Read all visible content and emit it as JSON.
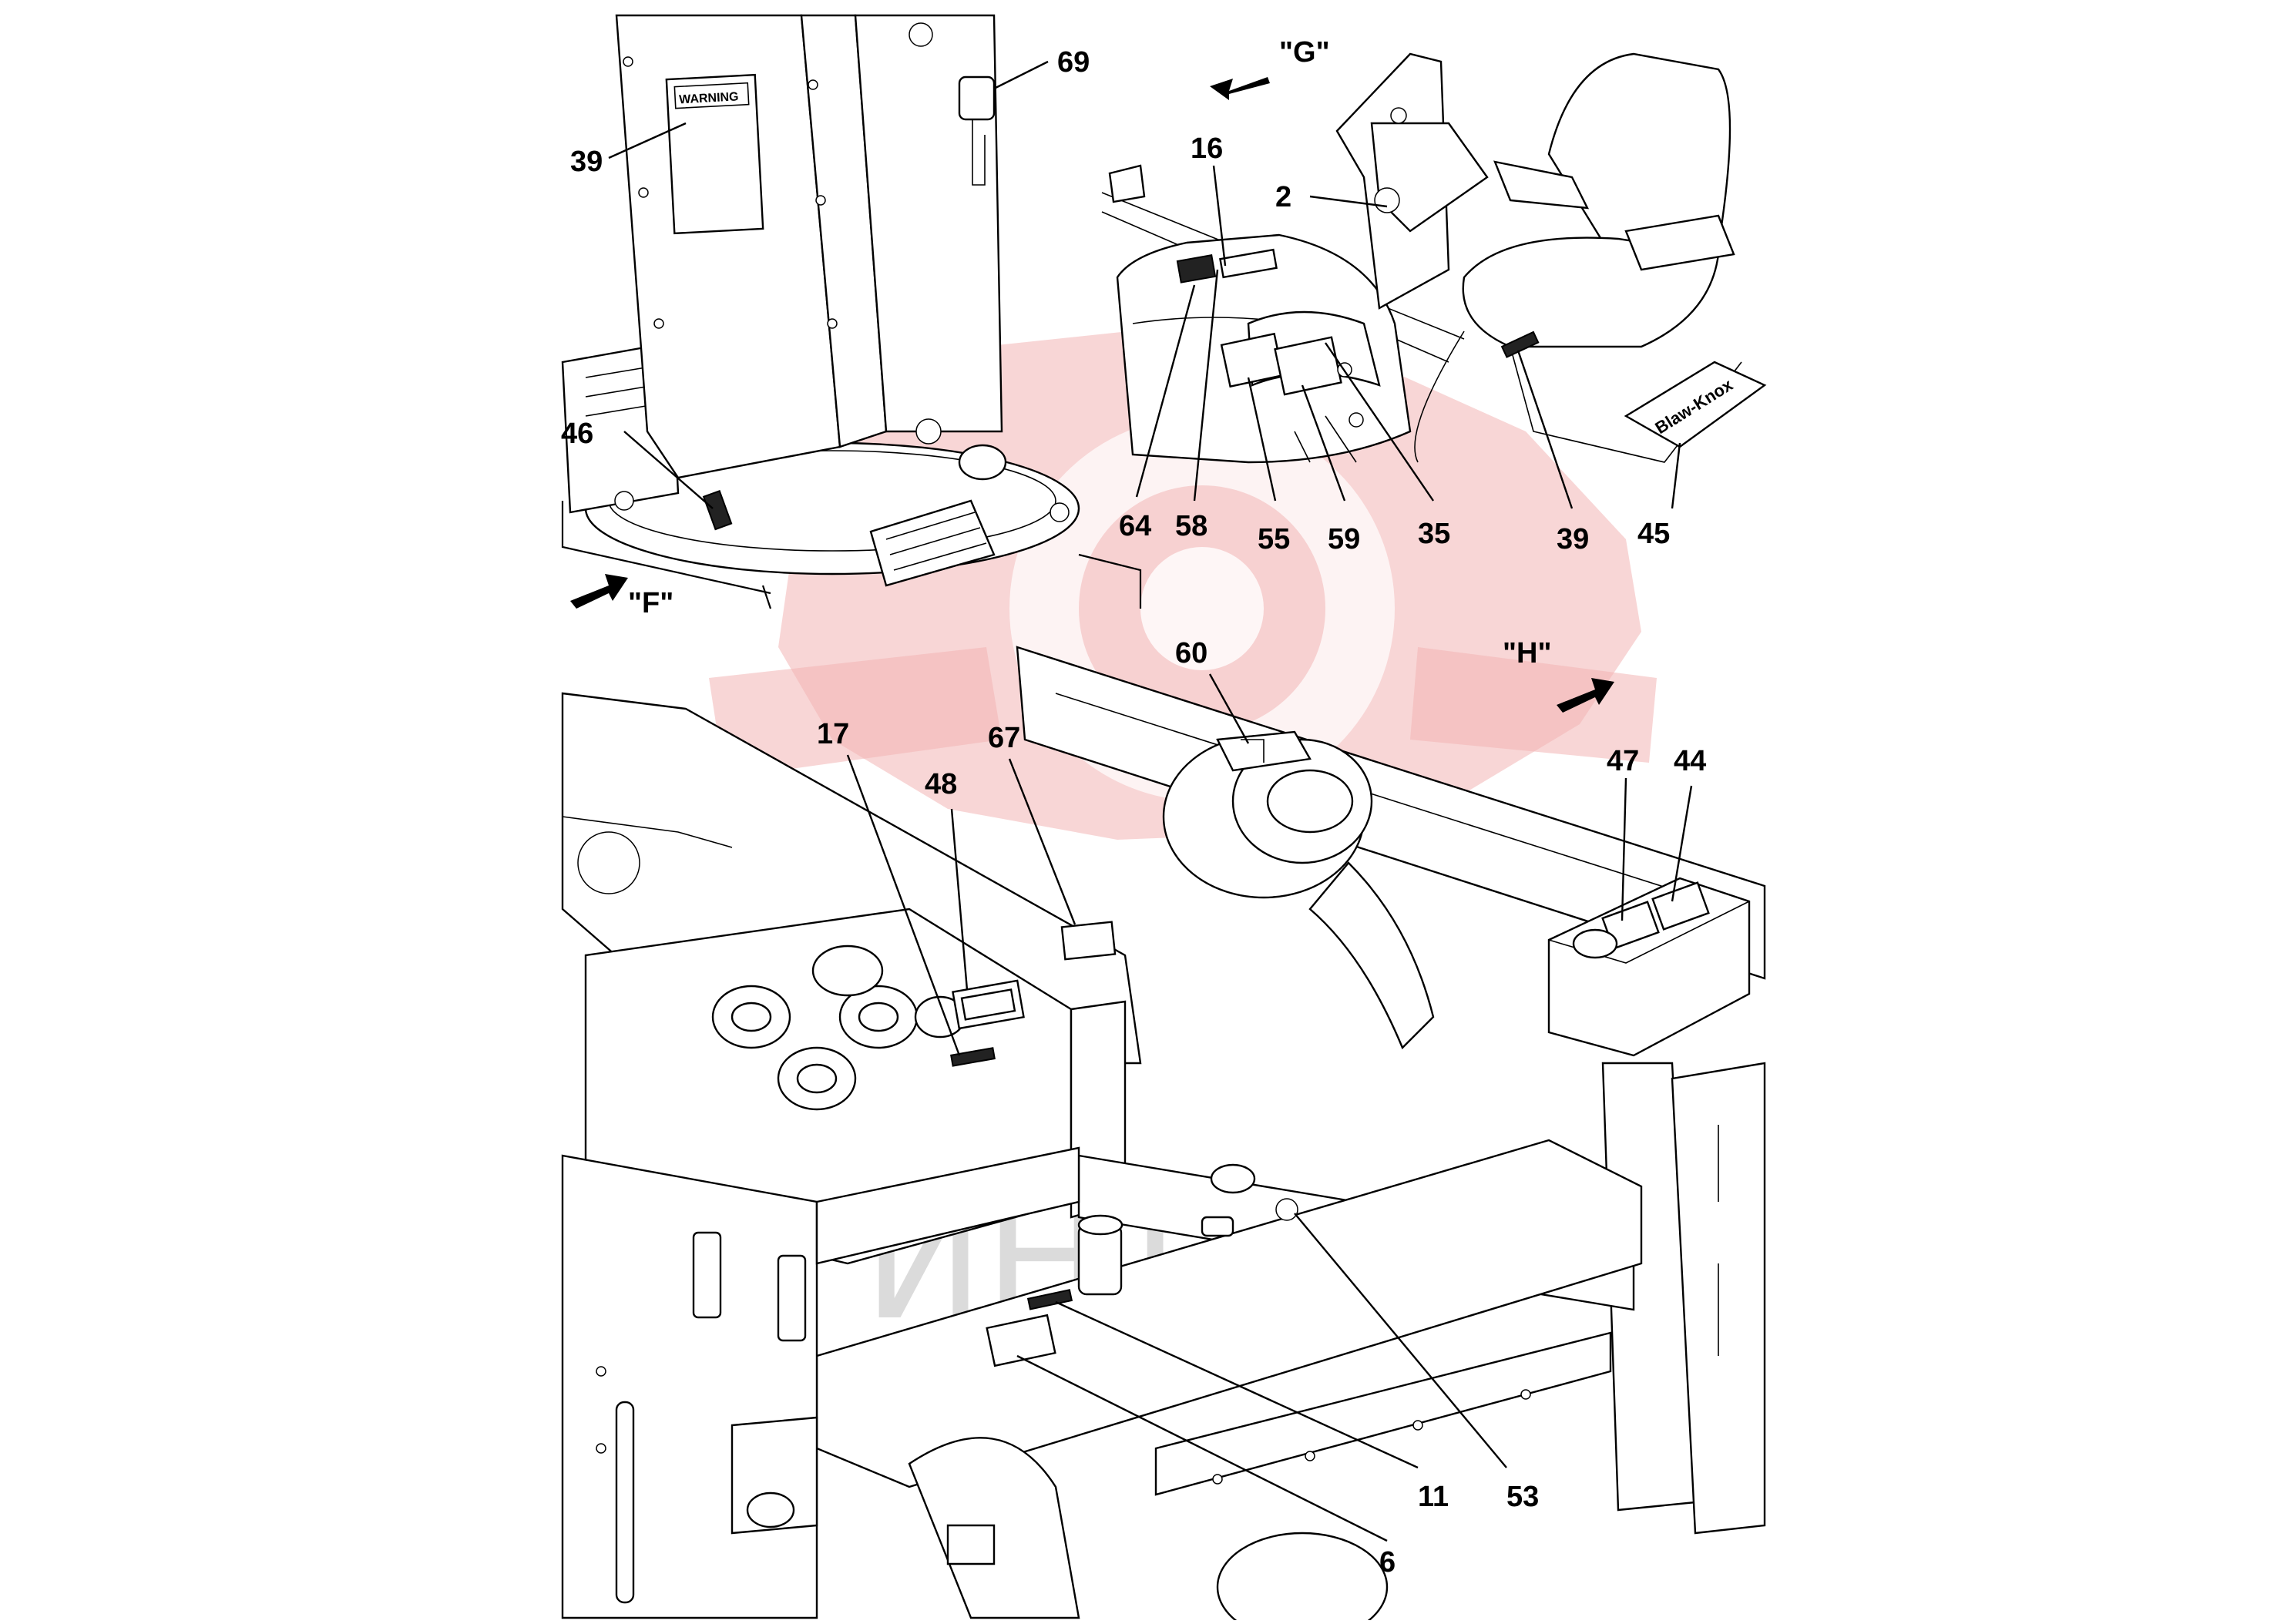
{
  "watermark": {
    "text": "ИНТЕХ",
    "logo_color": "#f3b5b5",
    "text_color": "#bfbfbf"
  },
  "views": {
    "F": "\"F\"",
    "G": "\"G\"",
    "H": "\"H\""
  },
  "callouts": {
    "c69": "69",
    "c39a": "39",
    "c16": "16",
    "c2": "2",
    "c46": "46",
    "c64": "64",
    "c58": "58",
    "c55": "55",
    "c59": "59",
    "c35": "35",
    "c39b": "39",
    "c45": "45",
    "c60": "60",
    "c17": "17",
    "c67": "67",
    "c48": "48",
    "c47": "47",
    "c44": "44",
    "c11": "11",
    "c53": "53",
    "c6": "6"
  },
  "decals": {
    "warning": "WARNING",
    "brand": "Blaw-Knox"
  }
}
